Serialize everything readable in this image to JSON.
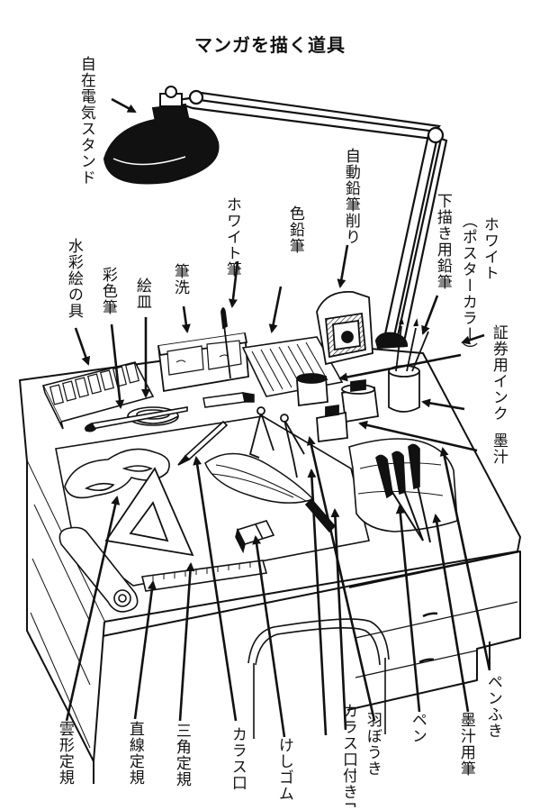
{
  "title": "マンガを描く道具",
  "labels": {
    "lamp": "自在電気スタンド",
    "sharpener": "自動鉛筆削り",
    "colored_pencils": "色鉛筆",
    "white_brush": "ホワイト筆",
    "brush_wash": "筆洗",
    "palette_dish": "絵皿",
    "color_brush": "彩色筆",
    "watercolor": "水彩絵の具",
    "sketch_pencil": "下描き用鉛筆",
    "white_line1": "ホワイト",
    "white_line2": "（ポスターカラー）",
    "certificate_ink": "証券用インク",
    "sumi": "墨汁",
    "cloud_ruler": "雲形定規",
    "straight_ruler": "直線定規",
    "triangle_ruler": "三角定規",
    "crow_quill": "カラス口",
    "eraser": "けしゴム",
    "compass": "カラス口付きコンパス",
    "feather": "羽ぼうき",
    "pen": "ペン",
    "sumi_brush": "墨汁用筆",
    "pen_wiper": "ペンふき"
  }
}
